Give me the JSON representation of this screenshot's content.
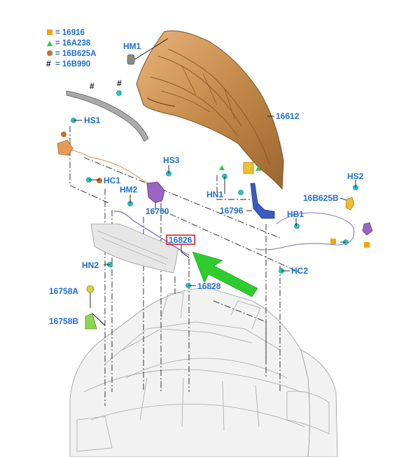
{
  "legend": [
    {
      "symbol": "square",
      "color": "#f5a300",
      "text": "= 16916"
    },
    {
      "symbol": "triangle",
      "color": "#2ecc40",
      "text": "= 16A238"
    },
    {
      "symbol": "circle",
      "color": "#c8702a",
      "text": "= 16B625A"
    },
    {
      "symbol": "hash",
      "color": "#111111",
      "text": "= 16B990"
    }
  ],
  "callouts": {
    "hm1": "HM1",
    "hs1": "HS1",
    "hs3": "HS3",
    "hs2": "HS2",
    "hc1": "HC1",
    "hm2": "HM2",
    "p16700": "16700",
    "p16612": "16612",
    "hn1": "HN1",
    "p16796": "16796",
    "hb1": "HB1",
    "p16b625b": "16B625B",
    "p16826": "16826",
    "hn2": "HN2",
    "hc2": "HC2",
    "p16758a": "16758A",
    "p16828": "16828",
    "p16758b": "16758B",
    "hash_symbol": "#"
  },
  "colors": {
    "label_blue": "#1f6fd1",
    "highlight_box": "#e02020",
    "pointer_arrow": "#2ecc2e",
    "hood": "#c48a4a",
    "clip": "#1ec9c9",
    "bracket_purple": "#9a66c4",
    "hinge_blue": "#3a5bc0",
    "cable": "#6a6ad0"
  },
  "highlighted_part": "16826"
}
